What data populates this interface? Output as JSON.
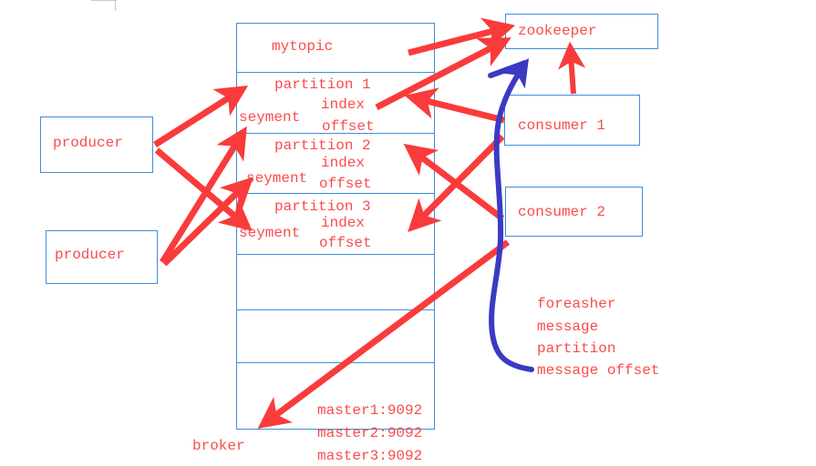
{
  "diagram": {
    "title": "kafka-architecture-sketch",
    "colors": {
      "box_border": "#3f8ddd",
      "text": "#fa4b4b",
      "arrow_red": "#f93b3b",
      "arrow_blue": "#3a3ac4",
      "background": "#ffffff"
    },
    "topic_box": {
      "name_label": "mytopic",
      "partitions": [
        {
          "name": "partition 1",
          "segment_label": "seyment",
          "index_label": "index",
          "offset_label": "offset"
        },
        {
          "name": "partition 2",
          "segment_label": "seyment",
          "index_label": "index",
          "offset_label": "offset"
        },
        {
          "name": "partition 3",
          "segment_label": "seyment",
          "index_label": "index",
          "offset_label": "offset"
        }
      ],
      "empty_rows": 3,
      "brokers": [
        "master1:9092",
        "master2:9092",
        "master3:9092"
      ],
      "broker_label": "broker"
    },
    "producers": [
      {
        "label": "producer"
      },
      {
        "label": "producer"
      }
    ],
    "zookeeper": {
      "label": "zookeeper"
    },
    "consumers": [
      {
        "label": "consumer 1"
      },
      {
        "label": "consumer 2"
      }
    ],
    "notes": [
      "foreasher",
      "message",
      "partition",
      "message offset"
    ]
  }
}
